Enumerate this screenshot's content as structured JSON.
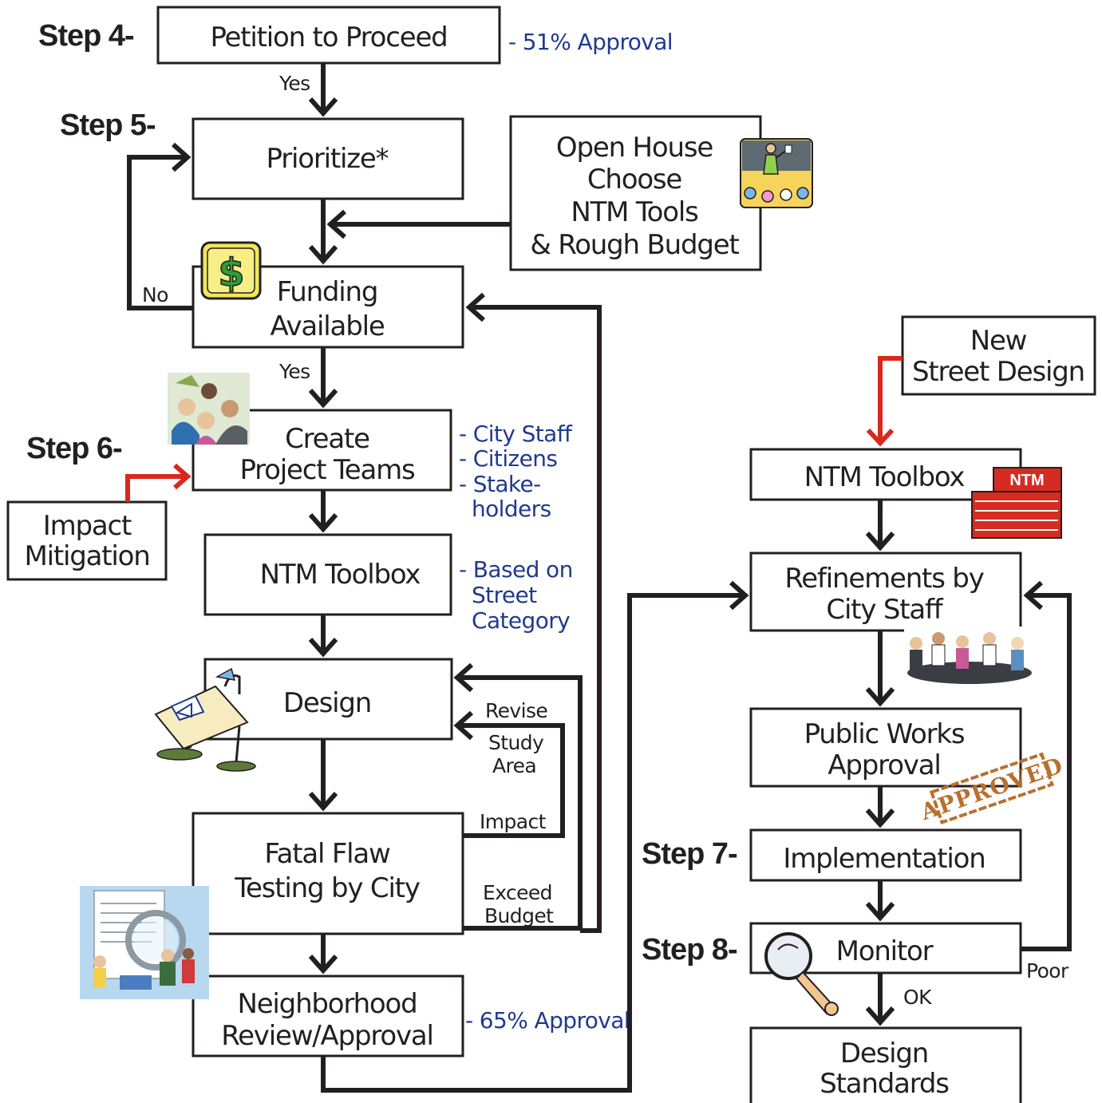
{
  "steps": {
    "step4": "Step 4-",
    "step5": "Step 5-",
    "step6": "Step 6-",
    "step7": "Step 7-",
    "step8": "Step 8-"
  },
  "boxes": {
    "petition": [
      "Petition to Proceed"
    ],
    "prioritize": [
      "Prioritize*"
    ],
    "open_house": [
      "Open House",
      "Choose",
      "NTM Tools",
      "& Rough Budget"
    ],
    "funding": [
      "Funding",
      "Available"
    ],
    "create_teams": [
      "Create",
      "Project Teams"
    ],
    "impact_mitigation": [
      "Impact",
      "Mitigation"
    ],
    "ntm_toolbox_left": [
      "NTM Toolbox"
    ],
    "design": [
      "Design"
    ],
    "fatal_flaw": [
      "Fatal Flaw",
      "Testing by City"
    ],
    "neighborhood": [
      "Neighborhood",
      "Review/Approval"
    ],
    "new_street": [
      "New",
      "Street Design"
    ],
    "ntm_toolbox_right": [
      "NTM Toolbox"
    ],
    "refinements": [
      "Refinements by",
      "City Staff"
    ],
    "public_works": [
      "Public Works",
      "Approval"
    ],
    "implementation": [
      "Implementation"
    ],
    "monitor": [
      "Monitor"
    ],
    "design_standards": [
      "Design",
      "Standards"
    ]
  },
  "notes": {
    "approval_51": "- 51% Approval",
    "team_members": [
      "- City Staff",
      "- Citizens",
      "- Stake-",
      "holders"
    ],
    "toolbox_basis": [
      "- Based on",
      "Street",
      "Category"
    ],
    "approval_65": "- 65% Approval"
  },
  "edge_labels": {
    "yes1": "Yes",
    "yes2": "Yes",
    "no": "No",
    "revise": "Revise",
    "study_area": [
      "Study",
      "Area"
    ],
    "impact": "Impact",
    "exceed_budget": [
      "Exceed",
      "Budget"
    ],
    "poor": "Poor",
    "ok": "OK"
  },
  "badges": {
    "ntm": "NTM",
    "approved": "APPROVED",
    "dollar": "$"
  },
  "colors": {
    "note_blue": "#1f3a8f",
    "red_arrow": "#d9291c",
    "ink": "#231f20",
    "toolbox_red": "#d62b20",
    "stamp": "#b8702f",
    "money_yellow": "#f2e65a"
  },
  "icons": [
    "presenter-icon",
    "money-icon",
    "team-icon",
    "drafting-table-icon",
    "magnifier-document-icon",
    "toolbox-icon",
    "meeting-icon",
    "approved-stamp-icon",
    "magnifying-glass-icon"
  ]
}
